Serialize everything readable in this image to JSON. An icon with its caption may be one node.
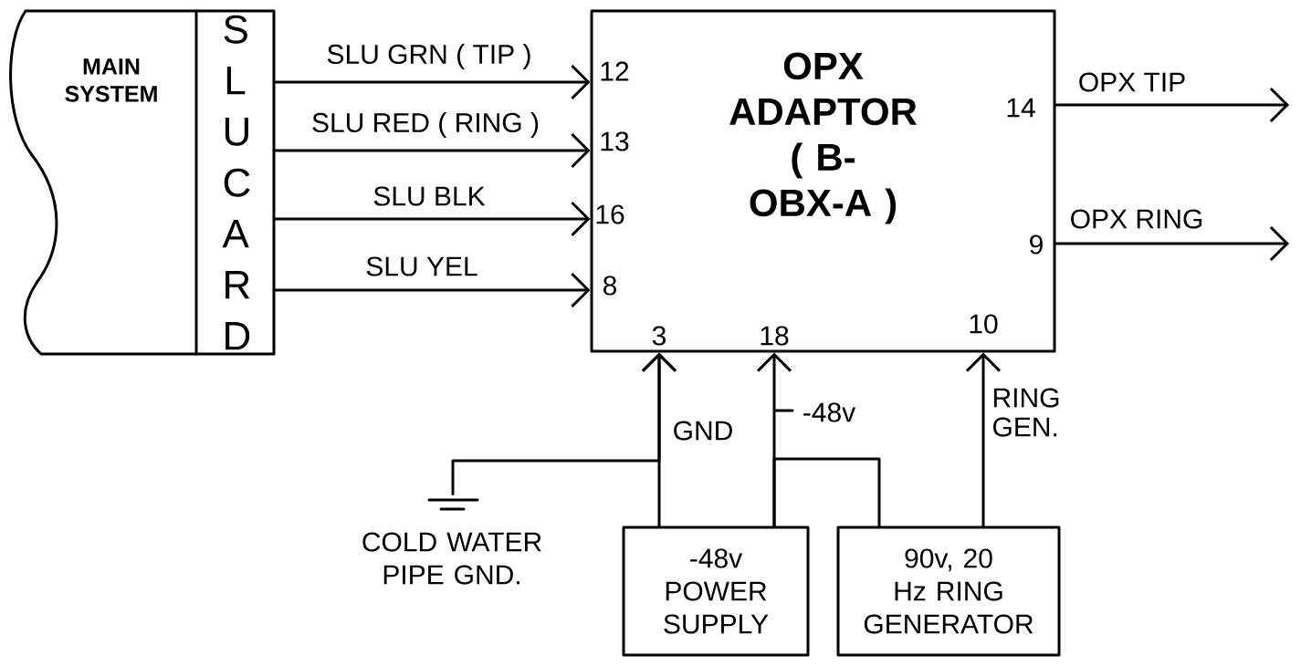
{
  "diagram": {
    "nodes": [
      {
        "text": [
          "MAIN SYSTEM"
        ]
      },
      {
        "text": [
          "SLU CARD"
        ]
      },
      {
        "text": [
          "OPX ADAPTOR ( B-OBX-A )"
        ]
      },
      {
        "text": [],
        "shape": "ground",
        "beside": [
          "COLD WATER PIPE GND."
        ]
      },
      {
        "text": [
          "-48v POWER SUPPLY"
        ]
      },
      {
        "text": [
          "90v, 20 Hz RING GENERATOR"
        ]
      }
    ],
    "edges": [
      {
        "from": 1,
        "to": 2,
        "arrow": "to",
        "label": "SLU GRN ( TIP )"
      },
      {
        "from": 1,
        "to": 2,
        "arrow": "to",
        "label": "SLU RED ( RING )"
      },
      {
        "from": 1,
        "to": 2,
        "arrow": "to",
        "label": "SLU BLK"
      },
      {
        "from": 1,
        "to": 2,
        "arrow": "to",
        "label": "SLU YEL"
      },
      {
        "from": 2,
        "to": null,
        "arrow": "to",
        "label": "OPX TIP"
      },
      {
        "from": 2,
        "to": null,
        "arrow": "to",
        "label": "OPX RING"
      },
      {
        "from": 4,
        "to": 2,
        "arrow": "to",
        "label": "GND"
      },
      {
        "from": 3,
        "to": 2,
        "arrow": "to"
      },
      {
        "from": 4,
        "to": 2,
        "arrow": "to",
        "label": "-48v"
      },
      {
        "from": 4,
        "to": 5,
        "arrow": "none"
      },
      {
        "from": 5,
        "to": 2,
        "arrow": "to",
        "label": "RING GEN."
      }
    ],
    "labels": [
      "12",
      "13",
      "16",
      "8",
      "14",
      "9",
      "3",
      "18",
      "10"
    ]
  }
}
